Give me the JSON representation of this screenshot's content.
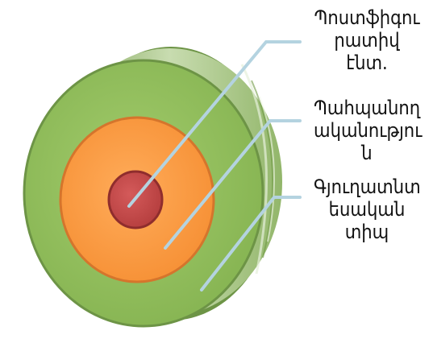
{
  "zones": [
    {
      "id": "core",
      "label_lines": [
        "Պոստֆիգու",
        "րատիվ",
        "էնտ."
      ],
      "color": "#c74b4b"
    },
    {
      "id": "buffer",
      "label_lines": [
        "Պահպանող",
        "ականությու",
        "ն"
      ],
      "color": "#f79a45"
    },
    {
      "id": "transition",
      "label_lines": [
        "Գյուղատնտ",
        "եսական",
        "տիպ"
      ],
      "color": "#8fbf5a"
    }
  ],
  "colors": {
    "outer_ring": "#8fbf5a",
    "side_wall": "#a9c98b",
    "leader_lines": "#b4d3e0"
  }
}
